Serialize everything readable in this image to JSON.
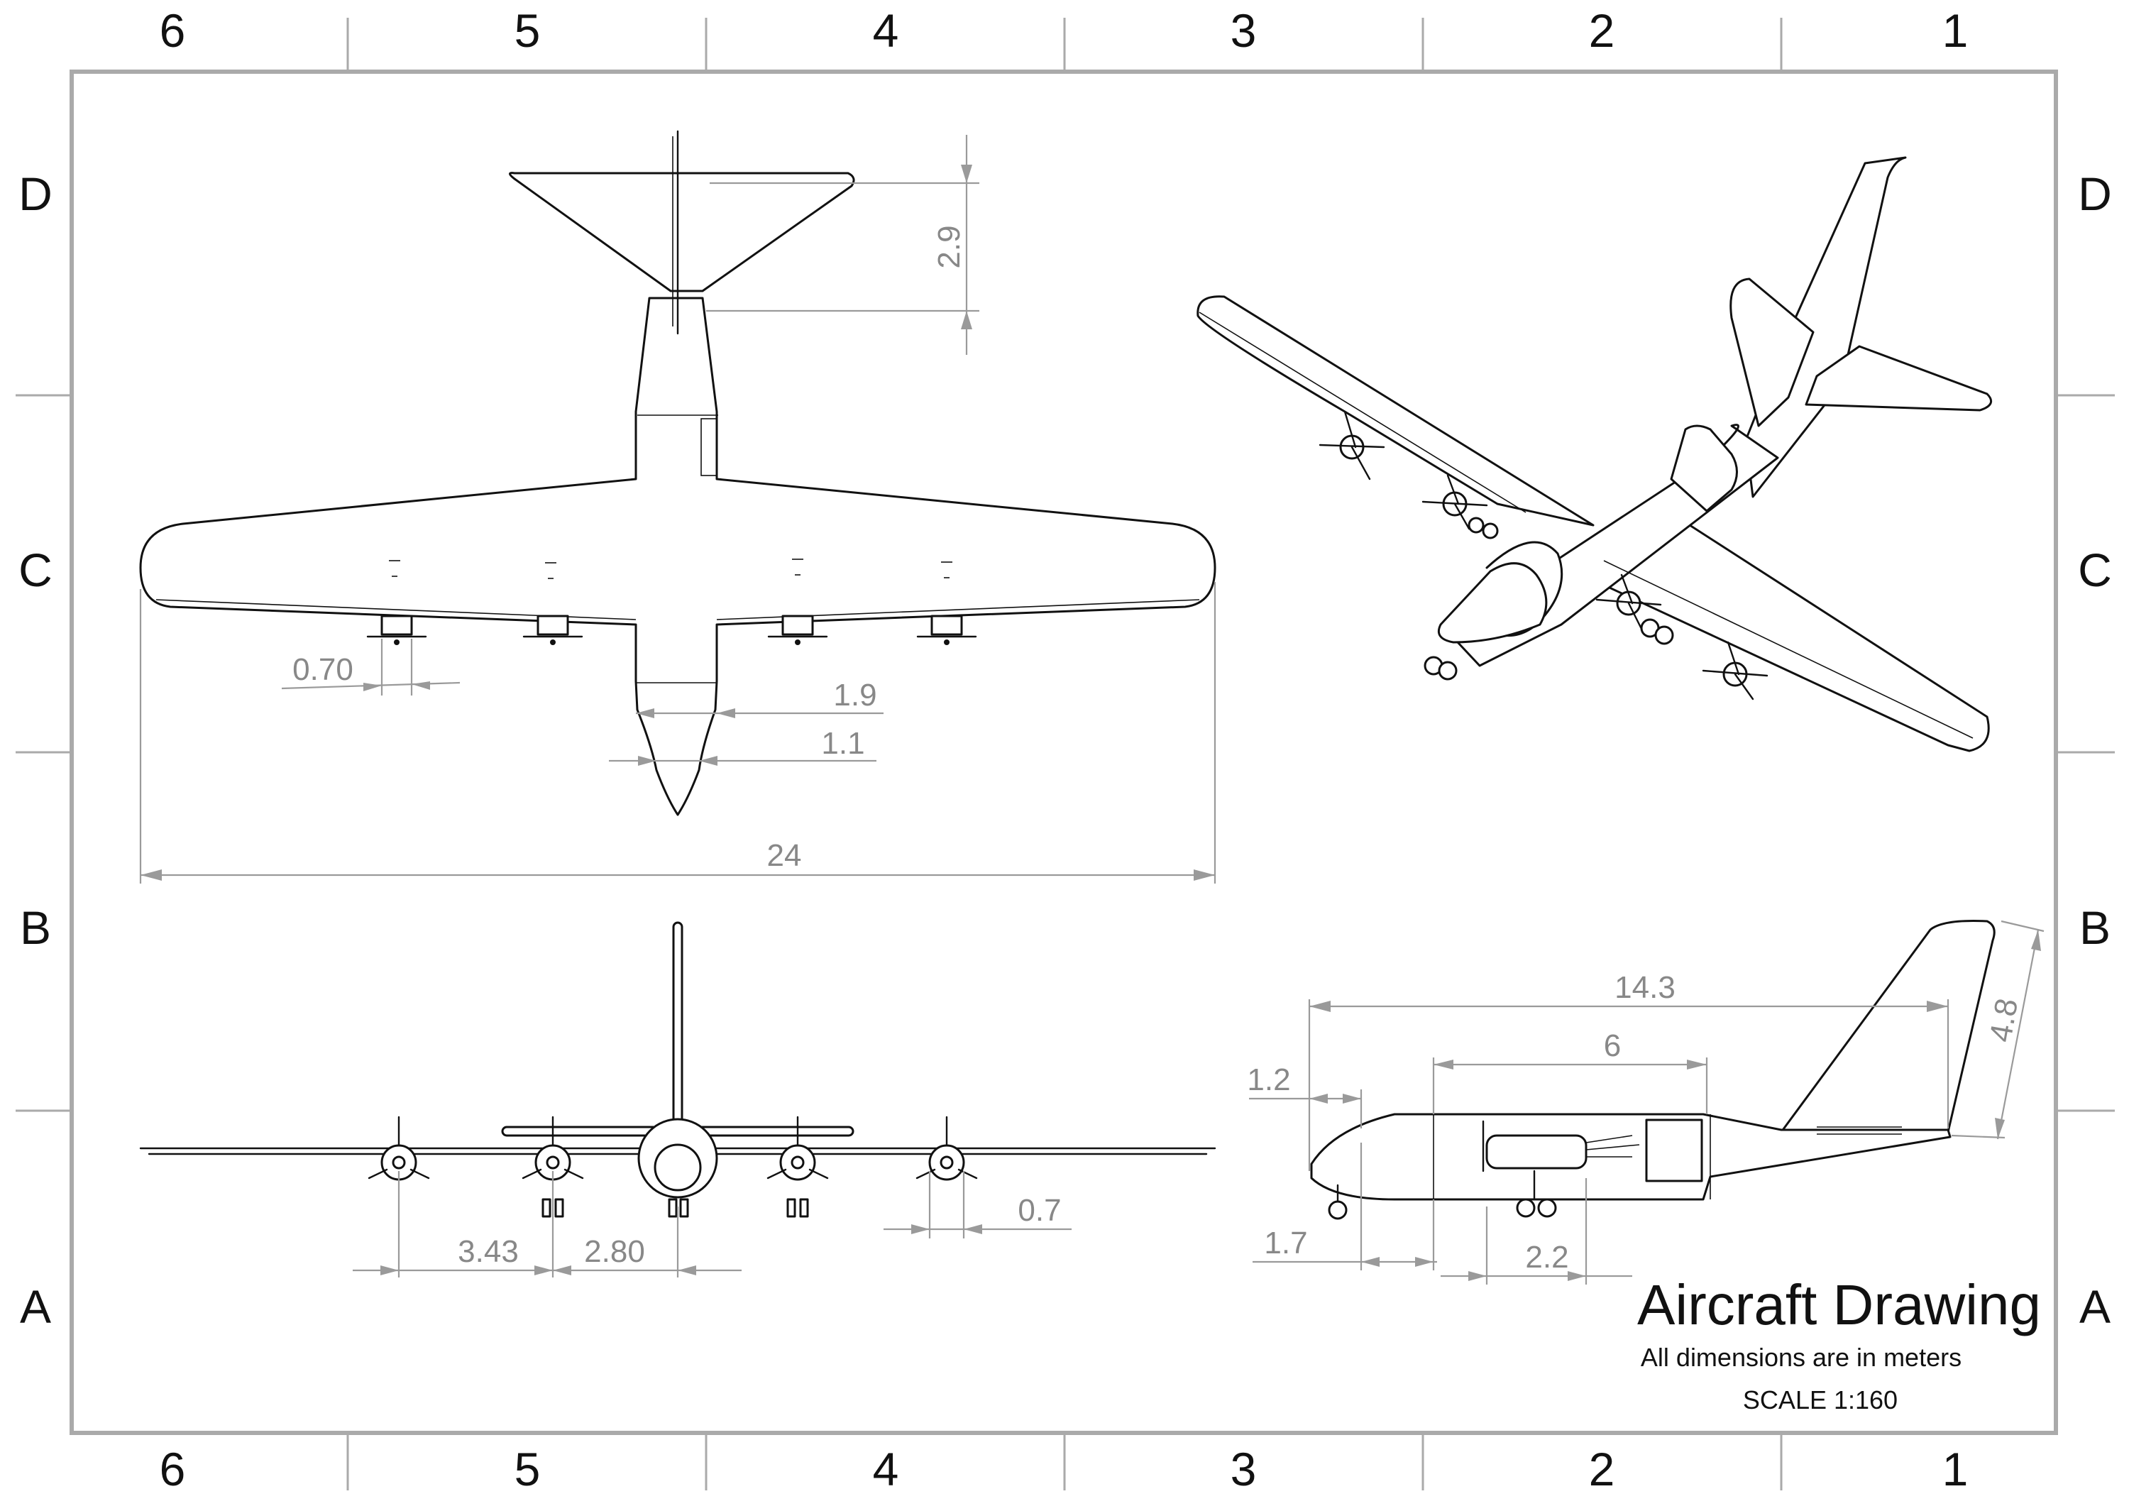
{
  "sheet": {
    "col_labels": [
      "6",
      "5",
      "4",
      "3",
      "2",
      "1"
    ],
    "row_labels": [
      "D",
      "C",
      "B",
      "A"
    ]
  },
  "title_block": {
    "title": "Aircraft Drawing",
    "units_note": "All dimensions are in meters",
    "scale": "SCALE  1:160"
  },
  "dimensions": {
    "top_view": {
      "tail_height": "2.9",
      "prop_diameter": "0.70",
      "fuselage_width": "1.9",
      "nose_width": "1.1",
      "wingspan": "24"
    },
    "front_view": {
      "outer_engine_spacing": "3.43",
      "inner_engine_offset": "2.80",
      "prop_offset": "0.7"
    },
    "side_view": {
      "overall_length": "14.3",
      "cargo_length": "6",
      "nose_offset": "1.2",
      "overall_height": "4.8",
      "nose_gear_offset": "1.7",
      "main_gear_spacing": "2.2"
    }
  },
  "colors": {
    "linework": "#111111",
    "dimension": "#9a9a9a",
    "border": "#aaaaaa"
  }
}
